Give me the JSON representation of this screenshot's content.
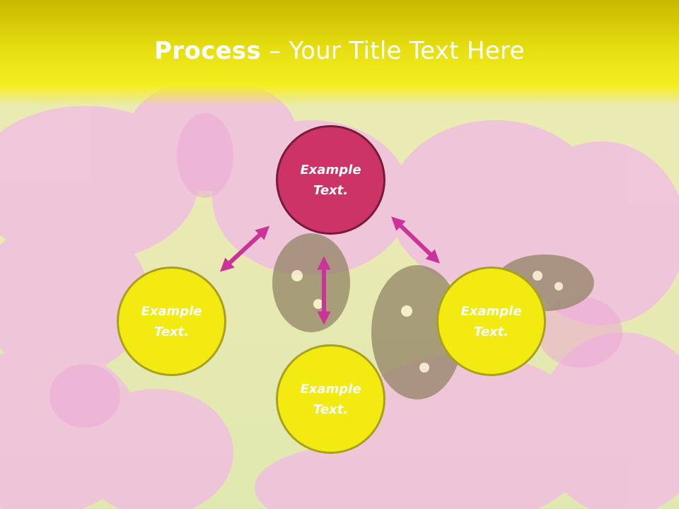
{
  "title": {
    "bold": "Process",
    "rest": " – Your Title Text Here"
  },
  "nodes": {
    "top": {
      "line1": "Example",
      "line2": "Text."
    },
    "left": {
      "line1": "Example",
      "line2": "Text."
    },
    "right": {
      "line1": "Example",
      "line2": "Text."
    },
    "bottom": {
      "line1": "Example",
      "line2": "Text."
    }
  },
  "colors": {
    "title_band": "#e6de10",
    "node_highlight": "#cc3366",
    "node_default": "#f2ea10",
    "arrow": "#cc3399",
    "orchid": "#e79bd8"
  }
}
